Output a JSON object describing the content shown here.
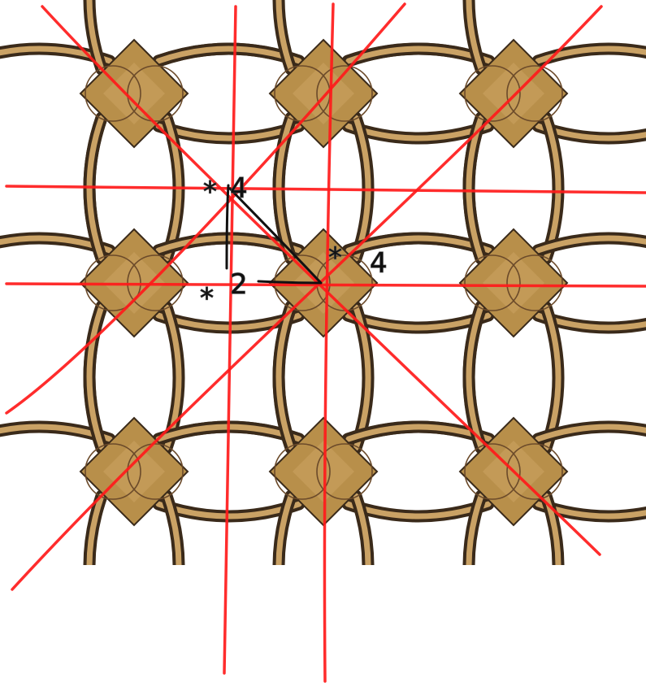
{
  "colors": {
    "background": "#ffffff",
    "tile_fill": "#b88f4a",
    "tile_fill_light": "#d6b070",
    "band_outer": "#3a2a1a",
    "band_inner": "#caa265",
    "arc": "#6b4a2a",
    "mirror_lines": "#ff1a1a",
    "annotation_ink": "#111111"
  },
  "annotations": {
    "center_symbol": "*",
    "center_order": "4",
    "gyration_symbol": "*",
    "gyration_order": "4",
    "edge_symbol": "*",
    "edge_order": "2"
  }
}
